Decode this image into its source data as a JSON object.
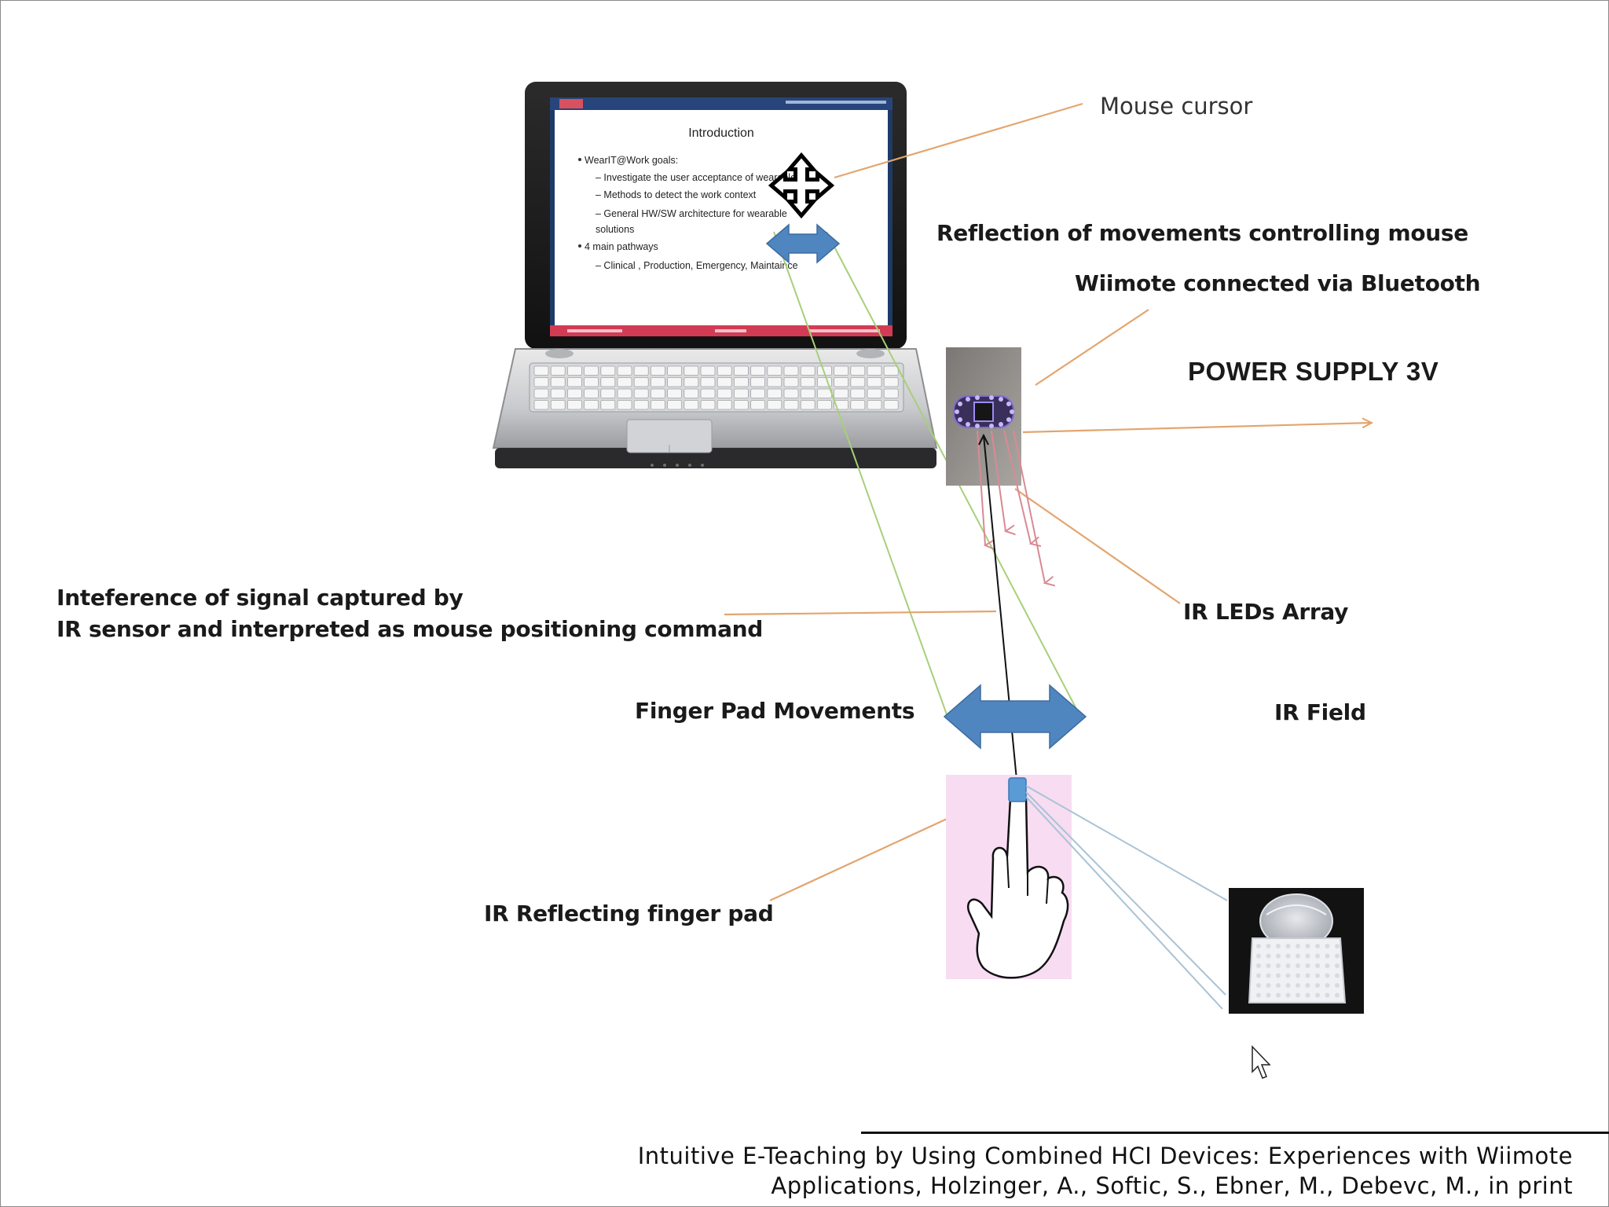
{
  "labels": {
    "mouse_cursor": "Mouse cursor",
    "reflection": "Reflection of movements  controlling mouse",
    "wiimote": "Wiimote connected via Bluetooth",
    "power_supply": "POWER SUPPLY  3V",
    "interference_line1": "Inteference  of signal captured by",
    "interference_line2": "IR sensor and interpreted as mouse positioning  command",
    "ir_leds": "IR LEDs Array",
    "finger_pad_movements": "Finger Pad Movements",
    "ir_field": "IR Field",
    "ir_reflecting": "IR Reflecting finger pad"
  },
  "laptop_slide": {
    "title": "Introduction",
    "bullets": [
      "WearIT@Work goals:",
      "– Investigate the user acceptance of wearables",
      "– Methods  to detect the work context",
      "– General HW/SW architecture for wearable",
      "   solutions",
      "4 main pathways",
      "– Clinical  , Production,  Emergency,  Maintaince"
    ]
  },
  "citation": {
    "line1": "Intuitive E-Teaching by Using Combined HCI Devices: Experiences with Wiimote",
    "line2": "Applications, Holzinger, A., Softic, S., Ebner, M., Debevc, M., in print"
  },
  "colors": {
    "leader_line": "#e3a56e",
    "arrow_blue": "#4f86c0",
    "ir_beam_red": "#d98a94",
    "ir_field_green": "#a8cf7a",
    "finger_pad_blue": "#5b9bd5",
    "finger_bg_pink": "#f7dcf2"
  }
}
